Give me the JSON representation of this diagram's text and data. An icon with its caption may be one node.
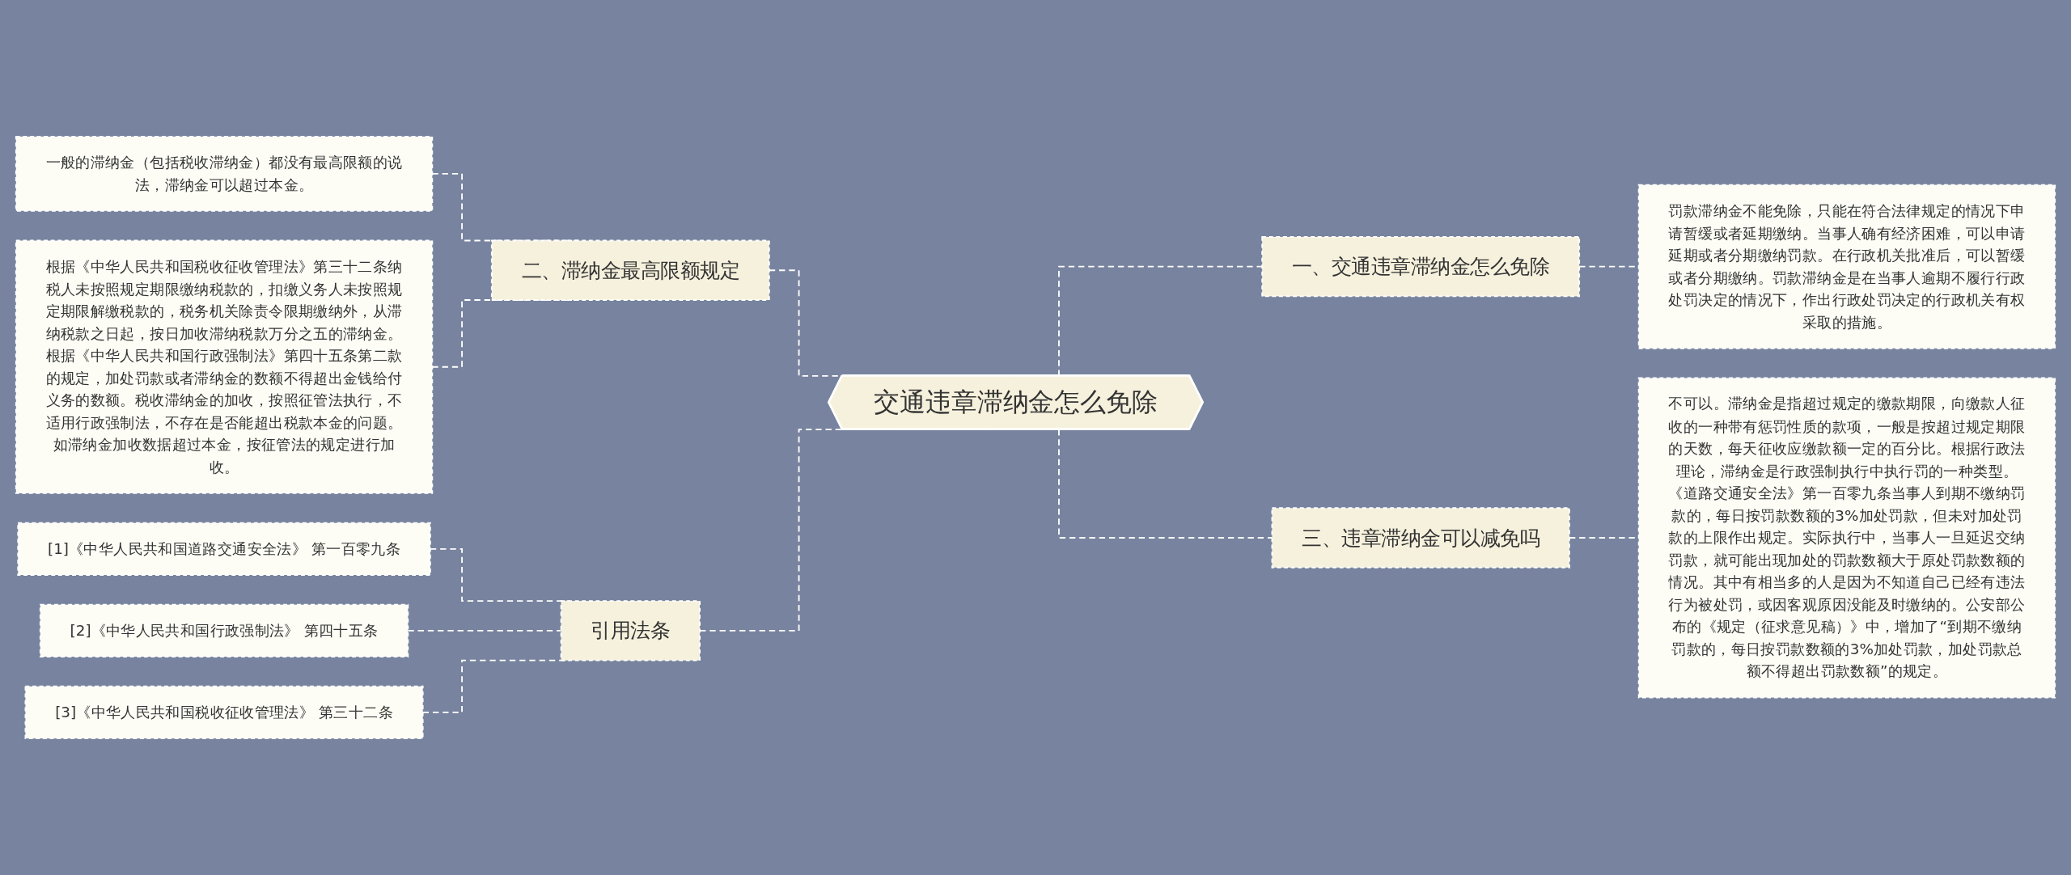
{
  "diagram": {
    "nodes": [
      {
        "text": [
          "交通违章滞纳金怎么免除"
        ]
      },
      {
        "text": [
          "二、滞纳金最高限额规定"
        ]
      },
      {
        "text": [
          "一般的滞纳金（包括税收滞纳金）都没有最高限额的说法，滞纳金可以超过本金。"
        ]
      },
      {
        "text": [
          "根据《中华人民共和国税收征收管理法》第三十二条纳税人未按照规定期限缴纳税款的，扣缴义务人未按照规定期限解缴税款的，税务机关除责令限期缴纳外，从滞纳税款之日起，按日加收滞纳税款万分之五的滞纳金。根据《中华人民共和国行政强制法》第四十五条第二款的规定，加处罚款或者滞纳金的数额不得超出金钱给付义务的数额。税收滞纳金的加收，按照征管法执行，不适用行政强制法，不存在是否能超出税款本金的问题。如滞纳金加收数据超过本金，按征管法的规定进行加收。"
        ]
      },
      {
        "text": [
          "引用法条"
        ]
      },
      {
        "text": [
          "[1]《中华人民共和国道路交通安全法》 第一百零九条"
        ]
      },
      {
        "text": [
          "[2]《中华人民共和国行政强制法》 第四十五条"
        ]
      },
      {
        "text": [
          "[3]《中华人民共和国税收征收管理法》 第三十二条"
        ]
      },
      {
        "text": [
          "一、交通违章滞纳金怎么免除"
        ]
      },
      {
        "text": [
          "罚款滞纳金不能免除，只能在符合法律规定的情况下申请暂缓或者延期缴纳。当事人确有经济困难，可以申请延期或者分期缴纳罚款。在行政机关批准后，可以暂缓或者分期缴纳。罚款滞纳金是在当事人逾期不履行行政处罚决定的情况下，作出行政处罚决定的行政机关有权采取的措施。"
        ]
      },
      {
        "text": [
          "三、违章滞纳金可以减免吗"
        ]
      },
      {
        "text": [
          "不可以。滞纳金是指超过规定的缴款期限，向缴款人征收的一种带有惩罚性质的款项，一般是按超过规定期限的天数，每天征收应缴款额一定的百分比。根据行政法理论，滞纳金是行政强制执行中执行罚的一种类型。《道路交通安全法》第一百零九条当事人到期不缴纳罚款的，每日按罚款数额的3%加处罚款，但未对加处罚款的上限作出规定。实际执行中，当事人一旦延迟交纳罚款，就可能出现加处的罚款数额大于原处罚款数额的情况。其中有相当多的人是因为不知道自己已经有违法行为被处罚，或因客观原因没能及时缴纳的。公安部公布的《规定（征求意见稿）》中，增加了“到期不缴纳罚款的，每日按罚款数额的3%加处罚款，加处罚款总额不得超出罚款数额”的规定。"
        ]
      }
    ],
    "edges": [
      {
        "from": 0,
        "to": 1,
        "arrow": "none"
      },
      {
        "from": 1,
        "to": 2,
        "arrow": "none"
      },
      {
        "from": 1,
        "to": 3,
        "arrow": "none"
      },
      {
        "from": 0,
        "to": 4,
        "arrow": "none"
      },
      {
        "from": 4,
        "to": 5,
        "arrow": "none"
      },
      {
        "from": 4,
        "to": 6,
        "arrow": "none"
      },
      {
        "from": 4,
        "to": 7,
        "arrow": "none"
      },
      {
        "from": 0,
        "to": 8,
        "arrow": "none"
      },
      {
        "from": 8,
        "to": 9,
        "arrow": "none"
      },
      {
        "from": 0,
        "to": 10,
        "arrow": "none"
      },
      {
        "from": 10,
        "to": 11,
        "arrow": "none"
      }
    ]
  }
}
